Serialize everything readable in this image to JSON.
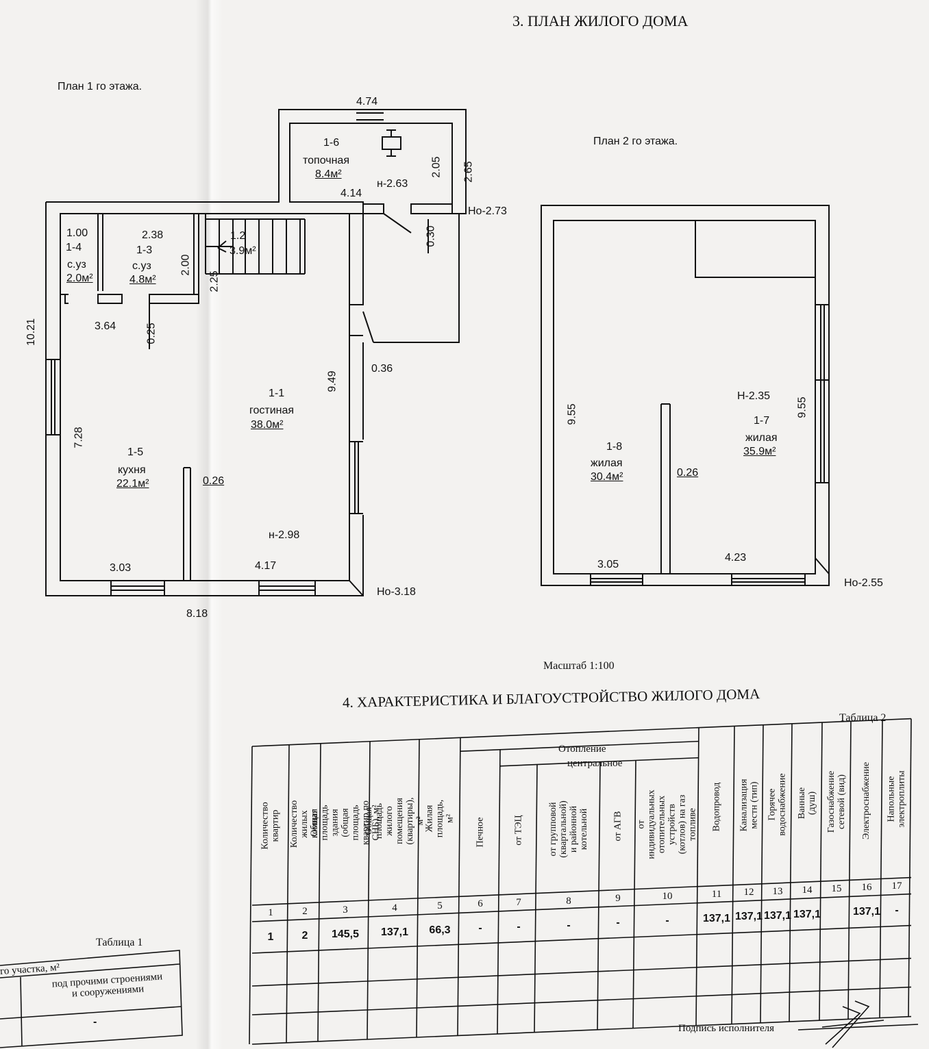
{
  "section3_title": "3. ПЛАН ЖИЛОГО ДОМА",
  "plan1": {
    "title": "План  1  го  этажа.",
    "rooms": {
      "r16": {
        "id": "1-6",
        "name": "топочная",
        "area": "8.4м²",
        "height": "н-2.63"
      },
      "r14": {
        "id": "1-4",
        "name": "с.уз",
        "area": "2.0м²"
      },
      "r13": {
        "id": "1-3",
        "name": "с.уз",
        "area": "4.8м²"
      },
      "r12": {
        "id": "1.2",
        "area": "3.9м²"
      },
      "r11": {
        "id": "1-1",
        "name": "гостиная",
        "area": "38.0м²"
      },
      "r15": {
        "id": "1-5",
        "name": "кухня",
        "area": "22.1м²"
      }
    },
    "dims": {
      "d474": "4.74",
      "d414": "4.14",
      "d205": "2.05",
      "d265": "2.65",
      "ho273": "Но-2.73",
      "d030": "0.30",
      "d100": "1.00",
      "d238": "2.38",
      "d200": "2.00",
      "d225": "2.25",
      "d364": "3.64",
      "d025": "0.25",
      "d1021": "10.21",
      "d949": "9.49",
      "d036": "0.36",
      "d728": "7.28",
      "d026": "0.26",
      "h298": "н-2.98",
      "d303": "3.03",
      "d417": "4.17",
      "ho318": "Но-3.18",
      "d818": "8.18"
    }
  },
  "plan2": {
    "title": "План  2  го  этажа.",
    "rooms": {
      "r18": {
        "id": "1-8",
        "name": "жилая",
        "area": "30.4м²"
      },
      "r17": {
        "id": "1-7",
        "name": "жилая",
        "area": "35.9м²",
        "height": "Н-2.35"
      }
    },
    "dims": {
      "d955l": "9.55",
      "d955r": "9.55",
      "d026": "0.26",
      "d305": "3.05",
      "d423": "4.23",
      "ho255": "Но-2.55"
    }
  },
  "scale": "Масштаб 1:100",
  "section4_title": "4. ХАРАКТЕРИСТИКА И БЛАГОУСТРОЙСТВО ЖИЛОГО ДОМА",
  "table2": {
    "label": "Таблица 2",
    "group_heating": "Отопление",
    "group_central": "центральное",
    "headers": [
      "Количество квартир",
      "Количество жилых комнат",
      "Общая площадь здания (общая площадь квартир по СНБ), м²",
      "Общая площадь жилого помещения (квартиры), м²",
      "Жилая площадь, м²",
      "Печное",
      "от ТЭЦ",
      "от групповой (квартальной) и районной котельной",
      "от АГВ",
      "от индивидуальных отопительных устройств (котлов) на газ топливе",
      "Водопровод",
      "Канализация местн (тип)",
      "Горячее водоснабжение",
      "Ванные (душ)",
      "Газоснабжение сетевой (вид)",
      "Электроснабжение",
      "Напольные электроплиты"
    ],
    "numbers": [
      "1",
      "2",
      "3",
      "4",
      "5",
      "6",
      "7",
      "8",
      "9",
      "10",
      "11",
      "12",
      "13",
      "14",
      "15",
      "16",
      "17"
    ],
    "row": [
      "1",
      "2",
      "145,5",
      "137,1",
      "66,3",
      "-",
      "-",
      "-",
      "-",
      "-",
      "137,1",
      "137,1",
      "137,1",
      "137,1",
      "",
      "137,1",
      "-"
    ]
  },
  "table1": {
    "label": "Таблица 1",
    "header_partial": "го участка, м²",
    "col_other": "под прочими строениями и сооружениями",
    "value": "-"
  },
  "signature_label": "Подпись исполнителя"
}
